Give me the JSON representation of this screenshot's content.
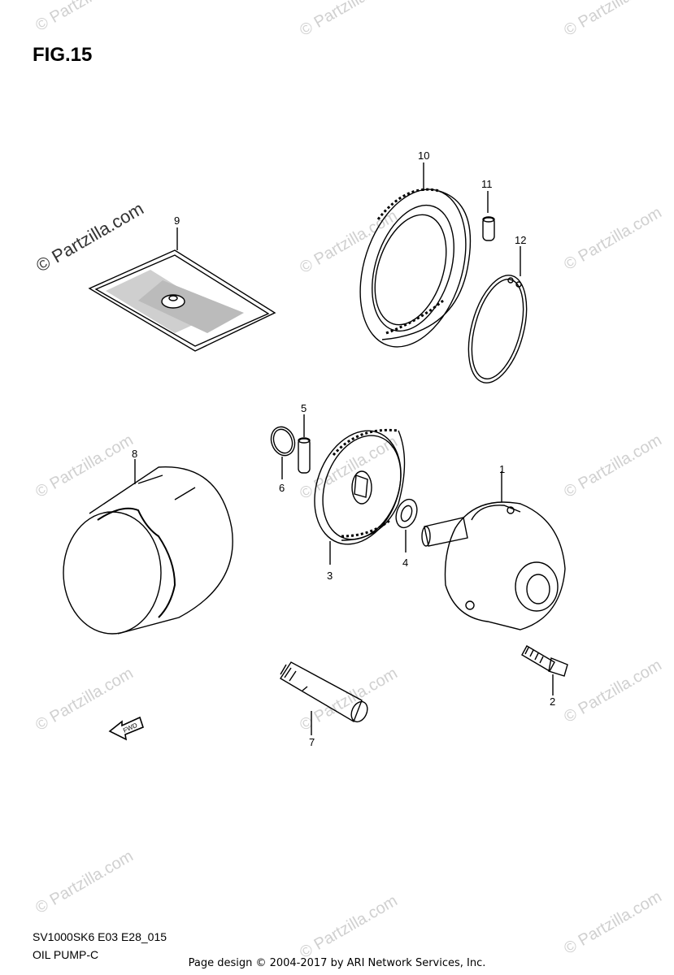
{
  "figure": {
    "title": "FIG.15",
    "code": "SV1000SK6 E03 E28_015",
    "name": "OIL PUMP-C"
  },
  "footer": "Page design © 2004-2017 by ARI Network Services, Inc.",
  "watermark": "© Partzilla.com",
  "fwd_label": "FWD",
  "callouts": [
    "1",
    "2",
    "3",
    "4",
    "5",
    "6",
    "7",
    "8",
    "9",
    "10",
    "11",
    "12"
  ]
}
